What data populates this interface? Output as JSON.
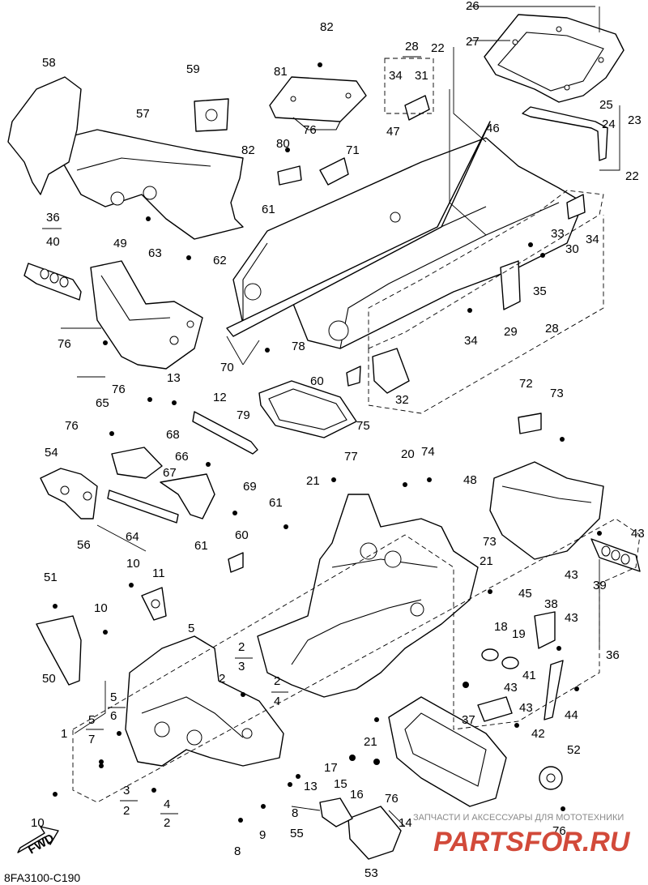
{
  "diagram_code": "8FA3100-C190",
  "fwd_label": "FWD",
  "watermark": {
    "caption": "ЗАПЧАСТИ И АКСЕССУАРЫ ДЛЯ МОТОТЕХНИКИ",
    "logo": "PARTSFOR.RU"
  },
  "callouts": [
    {
      "id": "c1",
      "label": "1"
    },
    {
      "id": "c2a",
      "label": "2"
    },
    {
      "id": "c2b",
      "label": "2"
    },
    {
      "id": "c2c",
      "label": "2"
    },
    {
      "id": "c2d",
      "label": "2"
    },
    {
      "id": "c2e",
      "label": "2"
    },
    {
      "id": "c3a",
      "label": "3"
    },
    {
      "id": "c3b",
      "label": "3"
    },
    {
      "id": "c4a",
      "label": "4"
    },
    {
      "id": "c4b",
      "label": "4"
    },
    {
      "id": "c5a",
      "label": "5"
    },
    {
      "id": "c5b",
      "label": "5"
    },
    {
      "id": "c5c",
      "label": "5"
    },
    {
      "id": "c6",
      "label": "6"
    },
    {
      "id": "c7",
      "label": "7"
    },
    {
      "id": "c8a",
      "label": "8"
    },
    {
      "id": "c8b",
      "label": "8"
    },
    {
      "id": "c9",
      "label": "9"
    },
    {
      "id": "c10a",
      "label": "10"
    },
    {
      "id": "c10b",
      "label": "10"
    },
    {
      "id": "c10c",
      "label": "10"
    },
    {
      "id": "c11",
      "label": "11"
    },
    {
      "id": "c12",
      "label": "12"
    },
    {
      "id": "c13a",
      "label": "13"
    },
    {
      "id": "c13b",
      "label": "13"
    },
    {
      "id": "c14",
      "label": "14"
    },
    {
      "id": "c15",
      "label": "15"
    },
    {
      "id": "c16",
      "label": "16"
    },
    {
      "id": "c17",
      "label": "17"
    },
    {
      "id": "c18",
      "label": "18"
    },
    {
      "id": "c19",
      "label": "19"
    },
    {
      "id": "c20",
      "label": "20"
    },
    {
      "id": "c21a",
      "label": "21"
    },
    {
      "id": "c21b",
      "label": "21"
    },
    {
      "id": "c21c",
      "label": "21"
    },
    {
      "id": "c22a",
      "label": "22"
    },
    {
      "id": "c22b",
      "label": "22"
    },
    {
      "id": "c23",
      "label": "23"
    },
    {
      "id": "c24",
      "label": "24"
    },
    {
      "id": "c25",
      "label": "25"
    },
    {
      "id": "c26",
      "label": "26"
    },
    {
      "id": "c27",
      "label": "27"
    },
    {
      "id": "c28a",
      "label": "28"
    },
    {
      "id": "c28b",
      "label": "28"
    },
    {
      "id": "c29",
      "label": "29"
    },
    {
      "id": "c30",
      "label": "30"
    },
    {
      "id": "c31",
      "label": "31"
    },
    {
      "id": "c32",
      "label": "32"
    },
    {
      "id": "c33",
      "label": "33"
    },
    {
      "id": "c34a",
      "label": "34"
    },
    {
      "id": "c34b",
      "label": "34"
    },
    {
      "id": "c34c",
      "label": "34"
    },
    {
      "id": "c35",
      "label": "35"
    },
    {
      "id": "c36a",
      "label": "36"
    },
    {
      "id": "c36b",
      "label": "36"
    },
    {
      "id": "c37",
      "label": "37"
    },
    {
      "id": "c38",
      "label": "38"
    },
    {
      "id": "c39",
      "label": "39"
    },
    {
      "id": "c40",
      "label": "40"
    },
    {
      "id": "c41",
      "label": "41"
    },
    {
      "id": "c42",
      "label": "42"
    },
    {
      "id": "c43a",
      "label": "43"
    },
    {
      "id": "c43b",
      "label": "43"
    },
    {
      "id": "c43c",
      "label": "43"
    },
    {
      "id": "c43d",
      "label": "43"
    },
    {
      "id": "c43e",
      "label": "43"
    },
    {
      "id": "c44",
      "label": "44"
    },
    {
      "id": "c45",
      "label": "45"
    },
    {
      "id": "c46",
      "label": "46"
    },
    {
      "id": "c47",
      "label": "47"
    },
    {
      "id": "c48",
      "label": "48"
    },
    {
      "id": "c49",
      "label": "49"
    },
    {
      "id": "c50",
      "label": "50"
    },
    {
      "id": "c51",
      "label": "51"
    },
    {
      "id": "c52",
      "label": "52"
    },
    {
      "id": "c53",
      "label": "53"
    },
    {
      "id": "c54",
      "label": "54"
    },
    {
      "id": "c55",
      "label": "55"
    },
    {
      "id": "c56",
      "label": "56"
    },
    {
      "id": "c57",
      "label": "57"
    },
    {
      "id": "c58",
      "label": "58"
    },
    {
      "id": "c59",
      "label": "59"
    },
    {
      "id": "c60a",
      "label": "60"
    },
    {
      "id": "c60b",
      "label": "60"
    },
    {
      "id": "c61a",
      "label": "61"
    },
    {
      "id": "c61b",
      "label": "61"
    },
    {
      "id": "c61c",
      "label": "61"
    },
    {
      "id": "c62",
      "label": "62"
    },
    {
      "id": "c63",
      "label": "63"
    },
    {
      "id": "c64",
      "label": "64"
    },
    {
      "id": "c65",
      "label": "65"
    },
    {
      "id": "c66",
      "label": "66"
    },
    {
      "id": "c67",
      "label": "67"
    },
    {
      "id": "c68",
      "label": "68"
    },
    {
      "id": "c69",
      "label": "69"
    },
    {
      "id": "c70",
      "label": "70"
    },
    {
      "id": "c71",
      "label": "71"
    },
    {
      "id": "c72",
      "label": "72"
    },
    {
      "id": "c73a",
      "label": "73"
    },
    {
      "id": "c73b",
      "label": "73"
    },
    {
      "id": "c74",
      "label": "74"
    },
    {
      "id": "c75",
      "label": "75"
    },
    {
      "id": "c76a",
      "label": "76"
    },
    {
      "id": "c76b",
      "label": "76"
    },
    {
      "id": "c76c",
      "label": "76"
    },
    {
      "id": "c76d",
      "label": "76"
    },
    {
      "id": "c76e",
      "label": "76"
    },
    {
      "id": "c76f",
      "label": "76"
    },
    {
      "id": "c77",
      "label": "77"
    },
    {
      "id": "c78",
      "label": "78"
    },
    {
      "id": "c79",
      "label": "79"
    },
    {
      "id": "c80",
      "label": "80"
    },
    {
      "id": "c81",
      "label": "81"
    },
    {
      "id": "c82a",
      "label": "82"
    },
    {
      "id": "c82b",
      "label": "82"
    }
  ]
}
